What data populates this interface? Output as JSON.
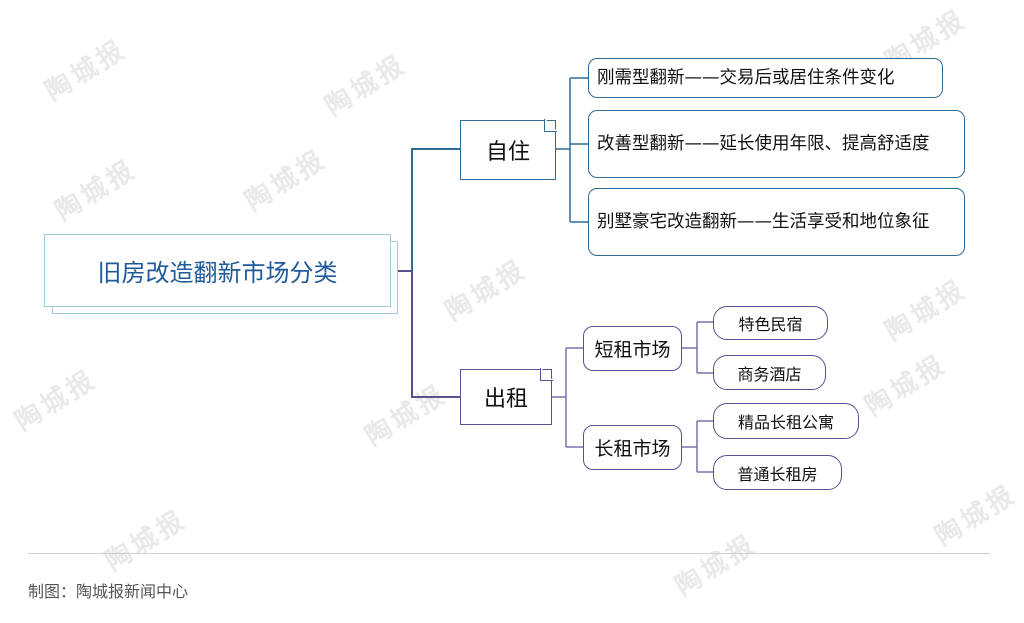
{
  "watermark": "陶城报",
  "root": "旧房改造翻新市场分类",
  "branches": [
    {
      "label": "自住",
      "children": [
        "刚需型翻新——交易后或居住条件变化",
        "改善型翻新——延长使用年限、提高舒适度",
        "别墅豪宅改造翻新——生活享受和地位象征"
      ]
    },
    {
      "label": "出租",
      "children": [
        {
          "label": "短租市场",
          "children": [
            "特色民宿",
            "商务酒店"
          ]
        },
        {
          "label": "长租市场",
          "children": [
            "精品长租公寓",
            "普通长租房"
          ]
        }
      ]
    }
  ],
  "footer": "制图：陶城报新闻中心",
  "colors": {
    "root_text": "#1f5a9a",
    "self_branch": "#2f6c93",
    "rent_branch": "#5b4f8f"
  }
}
